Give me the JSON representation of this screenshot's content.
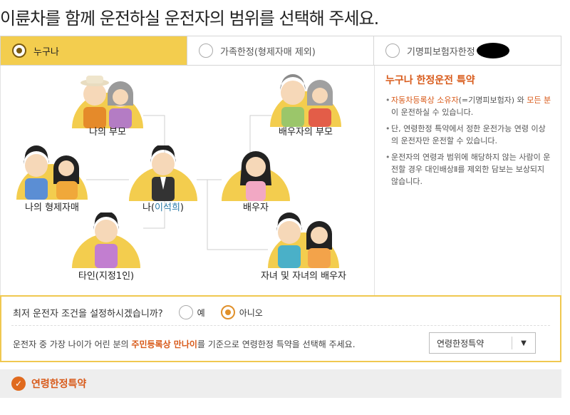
{
  "title": "이륜차를 함께 운전하실 운전자의 범위를 선택해 주세요.",
  "tabs": [
    {
      "label": "누구나",
      "selected": true
    },
    {
      "label": "가족한정(형제자매 제외)",
      "selected": false
    },
    {
      "label": "기명피보험자한정",
      "selected": false
    }
  ],
  "diagram": {
    "parents": "나의 부모",
    "spouse_parents": "배우자의 부모",
    "siblings": "나의 형제자매",
    "me_prefix": "나(",
    "me_name": "이석희",
    "me_suffix": ")",
    "spouse": "배우자",
    "other": "타인(지정1인)",
    "children": "자녀 및 자녀의 배우자"
  },
  "info": {
    "heading": "누구나 한정운전 특약",
    "b1_a": "자동차등록상 소유자",
    "b1_b": "(=기명피보험자) 와 ",
    "b1_c": "모든 분",
    "b1_d": "이 운전하실 수 있습니다.",
    "b2": "단, 연령한정 특약에서 정한 운전가능 연령 이상의 운전자만 운전할 수 있습니다.",
    "b3": "운전자의 연령과 범위에 해당하지 않는 사람이 운전할 경우 대인배상Ⅱ를 제외한 담보는 보상되지 않습니다."
  },
  "condition": {
    "question": "최저 운전자 조건을 설정하시겠습니까?",
    "yes": "예",
    "no": "아니오",
    "selected": "아니오",
    "inst_a": "운전자 중 가장 나이가 어린 분의 ",
    "inst_b": "주민등록상 만나이",
    "inst_c": "를 기준으로 연령한정 특약을 선택해 주세요.",
    "select_value": "연령한정특약",
    "arrow": "▼"
  },
  "bottom": {
    "check": "✓",
    "label": "연령한정특약"
  },
  "colors": {
    "accent_yellow": "#f3cd4e",
    "accent_orange": "#d85a1a",
    "highlight_blue": "#2a7aa8"
  }
}
